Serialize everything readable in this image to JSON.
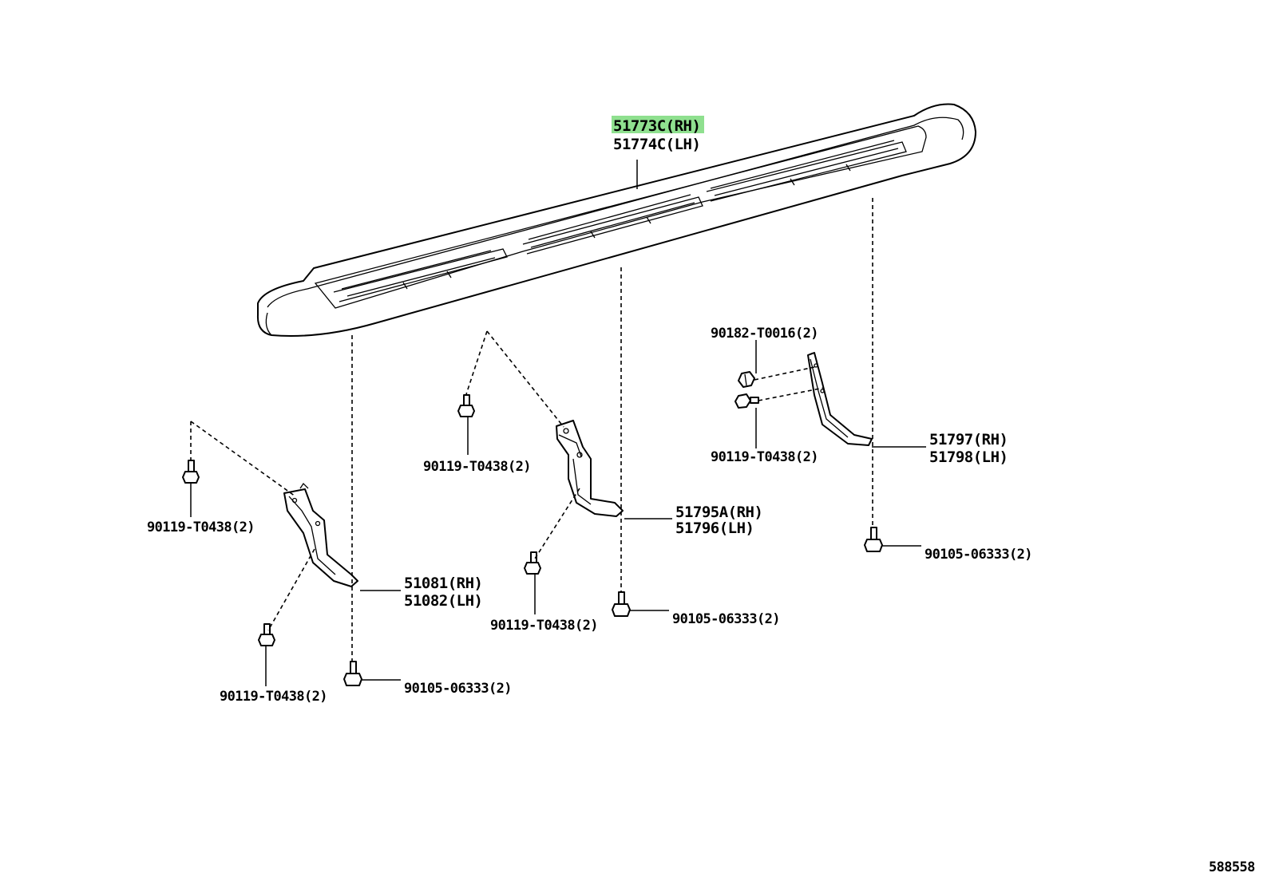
{
  "diagram": {
    "highlight_color": "#8fe08f",
    "ink_color": "#000000",
    "labels": {
      "step_rh": "51773C(RH)",
      "step_lh": "51774C(LH)",
      "front_bracket_rh": "51081(RH)",
      "front_bracket_lh": "51082(LH)",
      "center_bracket_rh": "51795A(RH)",
      "center_bracket_lh": "51796(LH)",
      "rear_bracket_rh": "51797(RH)",
      "rear_bracket_lh": "51798(LH)",
      "nut_rear": "90182-T0016(2)",
      "bolt_rear": "90119-T0438(2)",
      "bolt_center_upper": "90119-T0438(2)",
      "bolt_center_lower": "90119-T0438(2)",
      "bolt_front_upper": "90119-T0438(2)",
      "bolt_front_lower": "90119-T0438(2)",
      "screw_front": "90105-06333(2)",
      "screw_center": "90105-06333(2)",
      "screw_rear": "90105-06333(2)"
    },
    "diagram_id": "588558"
  }
}
